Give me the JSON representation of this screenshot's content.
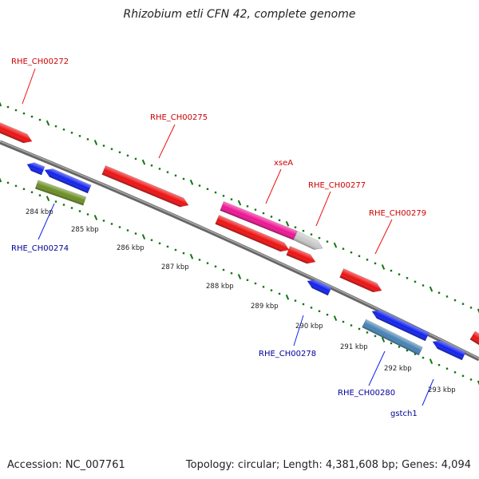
{
  "title": "Rhizobium etli CFN 42, complete genome",
  "footer": {
    "accession": "Accession: NC_007761",
    "summary": "Topology: circular; Length: 4,381,608 bp; Genes: 4,094"
  },
  "colors": {
    "red": "#ee1111",
    "blue": "#1122ee",
    "olive": "#6b8e23",
    "pink": "#ee1493",
    "gray_gene": "#c8c8c8",
    "steel": "#4682b4",
    "tick_green": "#117711",
    "backbone": "#777777",
    "label_red": "#cc0000",
    "label_blue": "#000099"
  },
  "scale_labels": [
    {
      "text": "284 kbp"
    },
    {
      "text": "285 kbp"
    },
    {
      "text": "286 kbp"
    },
    {
      "text": "287 kbp"
    },
    {
      "text": "288 kbp"
    },
    {
      "text": "289 kbp"
    },
    {
      "text": "290 kbp"
    },
    {
      "text": "291 kbp"
    },
    {
      "text": "292 kbp"
    },
    {
      "text": "293 kbp"
    }
  ],
  "gene_labels": [
    {
      "text": "RHE_CH00272",
      "strand": "forward"
    },
    {
      "text": "RHE_CH00275",
      "strand": "forward"
    },
    {
      "text": "xseA",
      "strand": "forward"
    },
    {
      "text": "RHE_CH00277",
      "strand": "forward"
    },
    {
      "text": "RHE_CH00279",
      "strand": "forward"
    },
    {
      "text": "RHE_CH00274",
      "strand": "reverse"
    },
    {
      "text": "RHE_CH00278",
      "strand": "reverse"
    },
    {
      "text": "RHE_CH00280",
      "strand": "reverse"
    },
    {
      "text": "gstch1",
      "strand": "reverse"
    }
  ]
}
